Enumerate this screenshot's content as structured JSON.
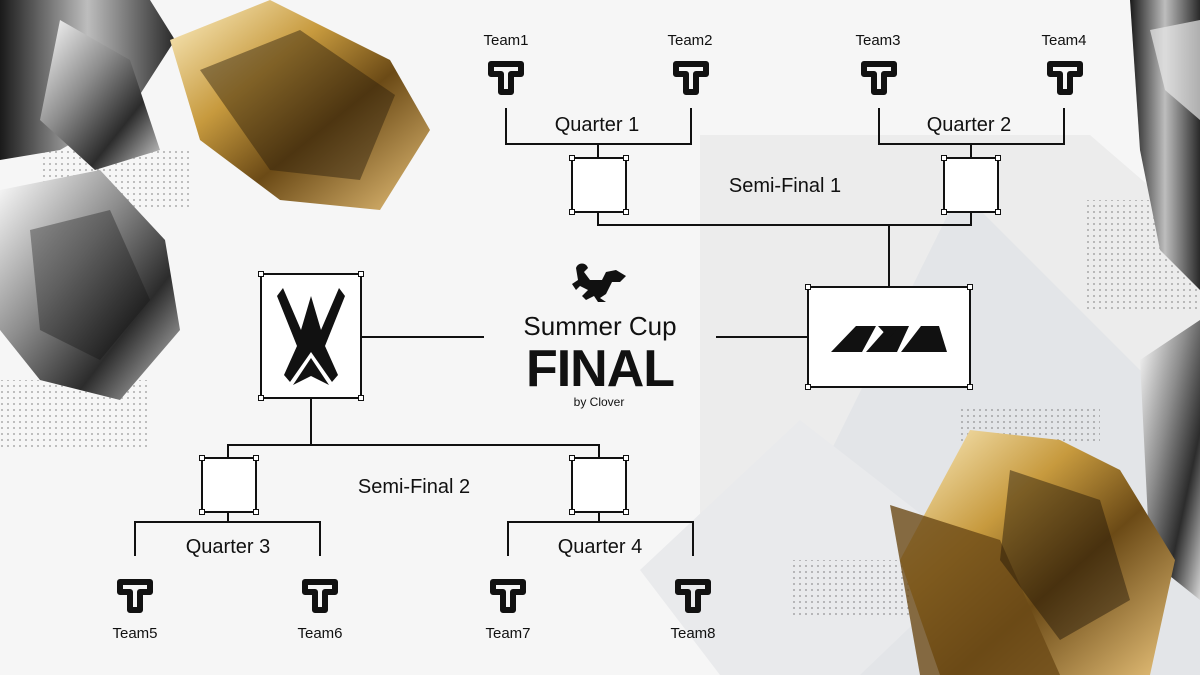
{
  "event": {
    "subtitle": "Summer Cup",
    "title": "FINAL",
    "byline": "by Clover"
  },
  "teams": {
    "t1": "Team1",
    "t2": "Team2",
    "t3": "Team3",
    "t4": "Team4",
    "t5": "Team5",
    "t6": "Team6",
    "t7": "Team7",
    "t8": "Team8"
  },
  "rounds": {
    "q1": "Quarter 1",
    "q2": "Quarter 2",
    "q3": "Quarter 3",
    "q4": "Quarter 4",
    "sf1": "Semi-Final 1",
    "sf2": "Semi-Final 2"
  },
  "colors": {
    "ink": "#111111",
    "background": "#f6f6f6",
    "gold": "#b8862b",
    "silver": "#9a9a9a"
  },
  "icons": {
    "team": "t-logo-icon",
    "event": "scorpion-icon",
    "finalist_left": "spider-logo-icon",
    "finalist_right": "wave-logo-icon"
  }
}
